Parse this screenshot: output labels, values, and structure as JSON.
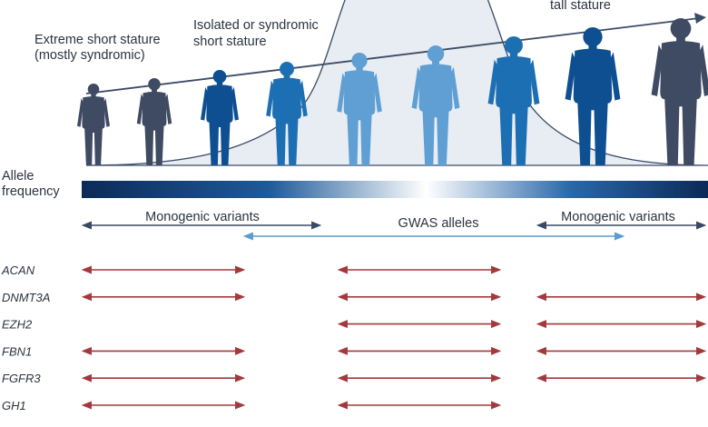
{
  "labels": {
    "extreme_line1": "Extreme short stature",
    "extreme_line2": "(mostly syndromic)",
    "isolated_line1": "Isolated or syndromic",
    "isolated_line2": "short stature",
    "tall": "tall stature",
    "allele_line1": "Allele",
    "allele_line2": "frequency",
    "mono_left": "Monogenic variants",
    "gwas": "GWAS alleles",
    "mono_right": "Monogenic variants"
  },
  "colors": {
    "red_arrow": "#a3393d",
    "dark_arrow": "#3a4a64",
    "gwas_arrow": "#5a9cd0",
    "curve_fill": "#e8edf3",
    "curve_stroke": "#3c4b66"
  },
  "figures": [
    {
      "color": "#3f4a63"
    },
    {
      "color": "#3f4a63"
    },
    {
      "color": "#0e4f92"
    },
    {
      "color": "#1d6fb3"
    },
    {
      "color": "#5f9fd3"
    },
    {
      "color": "#5f9fd3"
    },
    {
      "color": "#1d6fb3"
    },
    {
      "color": "#0e4f92"
    },
    {
      "color": "#3f4a63"
    }
  ],
  "genes": [
    {
      "name": "ACAN",
      "left": true,
      "mid": true,
      "right": false
    },
    {
      "name": "DNMT3A",
      "left": true,
      "mid": true,
      "right": true
    },
    {
      "name": "EZH2",
      "left": false,
      "mid": true,
      "right": true
    },
    {
      "name": "FBN1",
      "left": true,
      "mid": true,
      "right": true
    },
    {
      "name": "FGFR3",
      "left": true,
      "mid": true,
      "right": true
    },
    {
      "name": "GH1",
      "left": true,
      "mid": true,
      "right": false
    }
  ]
}
